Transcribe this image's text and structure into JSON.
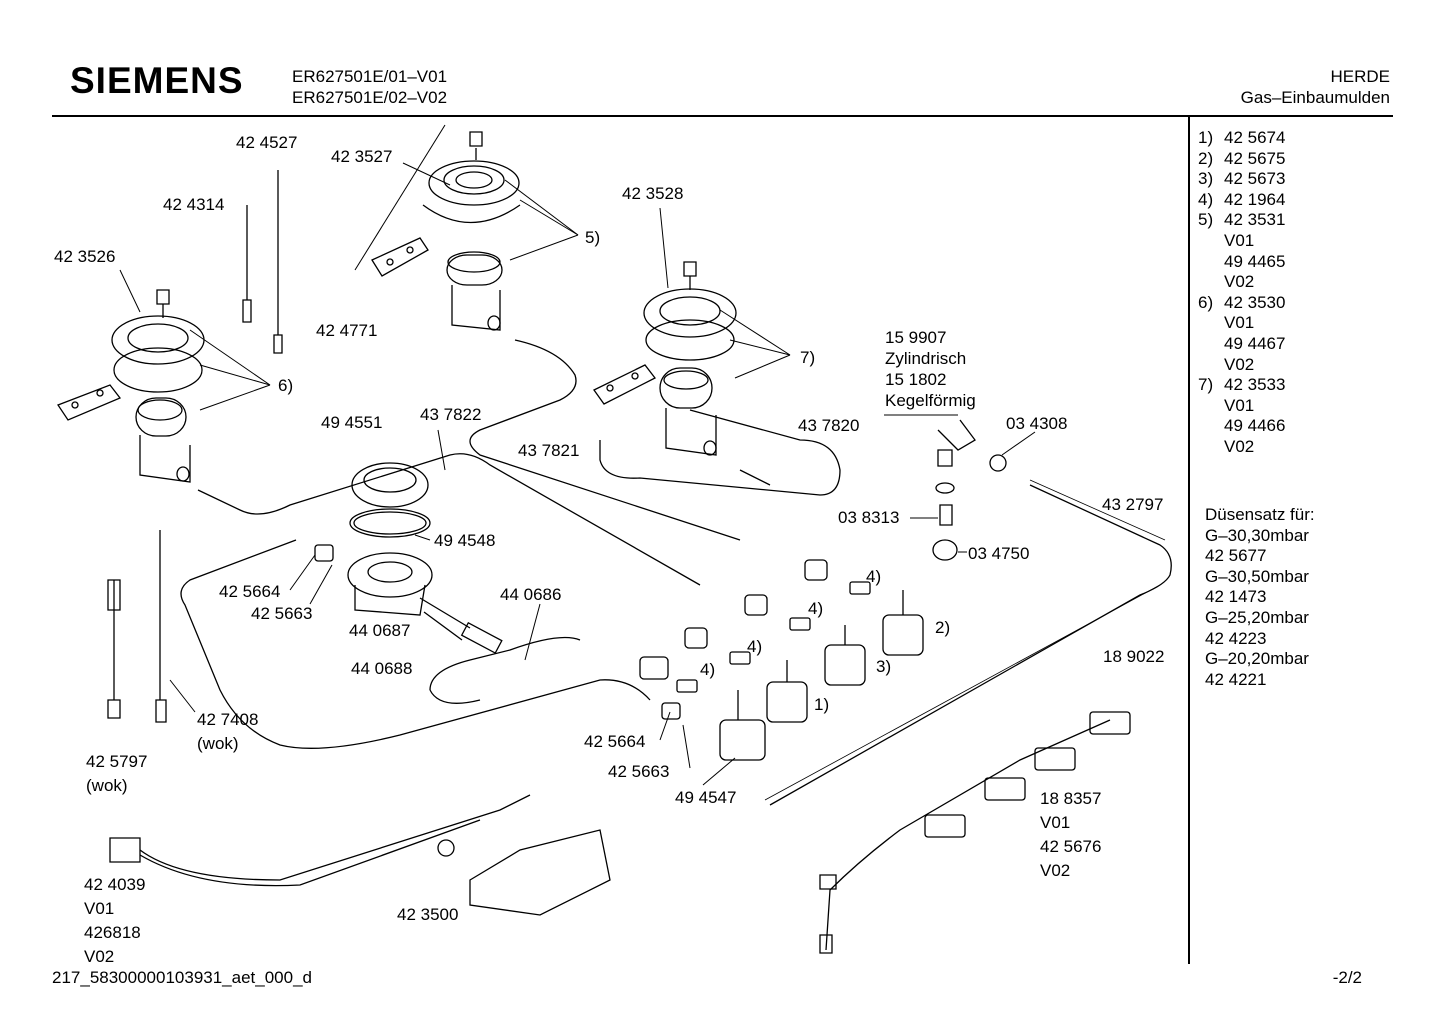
{
  "header": {
    "brand": "SIEMENS",
    "model_lines": [
      "ER627501E/01–V01",
      "ER627501E/02–V02"
    ],
    "category_lines": [
      "HERDE",
      "Gas–Einbaumulden"
    ]
  },
  "parts_legend": [
    {
      "key": "1)",
      "value": "42 5674"
    },
    {
      "key": "2)",
      "value": "42 5675"
    },
    {
      "key": "3)",
      "value": "42 5673"
    },
    {
      "key": "4)",
      "value": "42 1964"
    },
    {
      "key": "5)",
      "value": "42 3531"
    },
    {
      "key": "",
      "value": "V01"
    },
    {
      "key": "",
      "value": "49 4465"
    },
    {
      "key": "",
      "value": "V02"
    },
    {
      "key": "6)",
      "value": "42 3530"
    },
    {
      "key": "",
      "value": "V01"
    },
    {
      "key": "",
      "value": "49 4467"
    },
    {
      "key": "",
      "value": "V02"
    },
    {
      "key": "7)",
      "value": "42 3533"
    },
    {
      "key": "",
      "value": "V01"
    },
    {
      "key": "",
      "value": "49 4466"
    },
    {
      "key": "",
      "value": "V02"
    }
  ],
  "nozzle_set": [
    "Düsensatz für:",
    "G–30,30mbar",
    "42 5677",
    "G–30,50mbar",
    "42 1473",
    "G–25,20mbar",
    "42 4223",
    "G–20,20mbar",
    "42 4221"
  ],
  "labels": {
    "l424527": "42 4527",
    "l423527": "42 3527",
    "l424314": "42 4314",
    "l423526": "42 3526",
    "l5": "5)",
    "l424771": "42 4771",
    "l6": "6)",
    "l423528": "42 3528",
    "l7": "7)",
    "l159907": "15 9907",
    "lzyl": "Zylindrisch",
    "l151802": "15 1802",
    "lkeg": "Kegelförmig",
    "l494551": "49 4551",
    "l437822": "43 7822",
    "l437821": "43 7821",
    "l437820": "43 7820",
    "l034308": "03 4308",
    "l432797": "43 2797",
    "l038313": "03 8313",
    "l034750": "03 4750",
    "l494548": "49 4548",
    "l425664a": "42 5664",
    "l425663a": "42 5663",
    "l440687": "44 0687",
    "l440686": "44 0686",
    "l4a": "4)",
    "l4b": "4)",
    "l4c": "4)",
    "l4d": "4)",
    "l2": "2)",
    "l3": "3)",
    "l1": "1)",
    "l189022": "18 9022",
    "l440688": "44 0688",
    "l427408": "42 7408",
    "lwok1": "(wok)",
    "l425797": "42 5797",
    "lwok2": "(wok)",
    "l425664b": "42 5664",
    "l425663b": "42 5663",
    "l494547": "49 4547",
    "l188357": "18 8357",
    "lv01a": "V01",
    "l425676": "42 5676",
    "lv02a": "V02",
    "l424039": "42 4039",
    "lv01b": "V01",
    "l426818": "426818",
    "lv02b": "V02",
    "l423500": "42 3500"
  },
  "footer": {
    "doc_id": "217_58300000103931_aet_000_d",
    "page": "-2/2"
  }
}
